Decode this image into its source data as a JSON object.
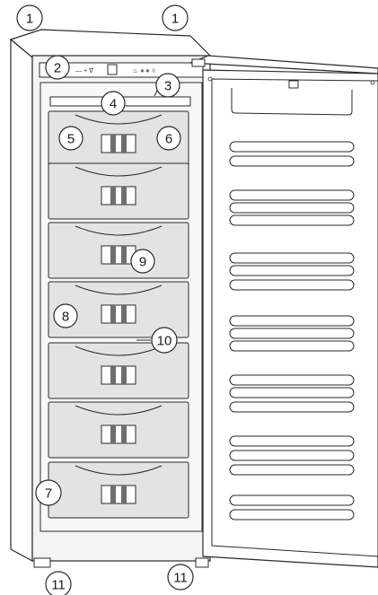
{
  "diagram": {
    "callouts": [
      "1",
      "1",
      "2",
      "3",
      "4",
      "5",
      "6",
      "7",
      "8",
      "9",
      "10",
      "11",
      "11"
    ]
  },
  "colors": {
    "line": "#2a2a2a",
    "cabinet_fill": "#f4f4f4",
    "drawer_fill": "#e3e3e3",
    "handle_dark": "#6e6e6e",
    "door_fill": "#ffffff",
    "callout_fill": "#ffffff"
  }
}
